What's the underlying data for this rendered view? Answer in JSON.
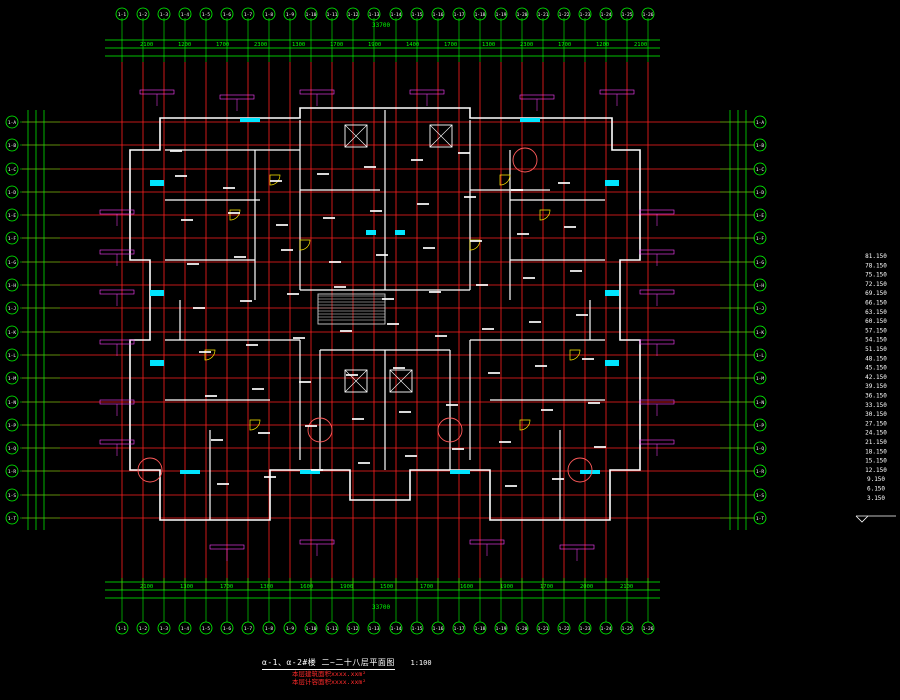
{
  "drawing": {
    "title": "α-1、α-2#楼 二~二十八层平面图",
    "scale": "1:100",
    "notes": [
      "本层建筑面积xxxx.xxm²",
      "本层计容面积xxxx.xxm²"
    ],
    "total_dimension_top": "33700",
    "total_dimension_bottom": "33700",
    "top_axis_labels": [
      "1-1",
      "1-2",
      "1-3",
      "1-4",
      "1-5",
      "1-6",
      "1-7",
      "1-8",
      "1-9",
      "1-10",
      "1-11",
      "1-12",
      "1-13",
      "1-14",
      "1-15",
      "1-16",
      "1-17",
      "1-18",
      "1-19",
      "1-20",
      "1-21",
      "1-22",
      "1-23",
      "1-24",
      "1-25",
      "1-26"
    ],
    "bottom_axis_labels": [
      "1-1",
      "1-2",
      "1-3",
      "1-4",
      "1-5",
      "1-6",
      "1-7",
      "1-8",
      "1-9",
      "1-10",
      "1-11",
      "1-12",
      "1-13",
      "1-14",
      "1-15",
      "1-16",
      "1-17",
      "1-18",
      "1-19",
      "1-20",
      "1-21",
      "1-22",
      "1-23",
      "1-24",
      "1-25",
      "1-26"
    ],
    "left_axis_labels": [
      "1-A",
      "1-B",
      "1-C",
      "1-D",
      "1-E",
      "1-F",
      "1-G",
      "1-H",
      "1-J",
      "1-K",
      "1-L",
      "1-M",
      "1-N",
      "1-P",
      "1-Q",
      "1-R",
      "1-S",
      "1-T"
    ],
    "right_axis_labels": [
      "1-A",
      "1-B",
      "1-C",
      "1-D",
      "1-E",
      "1-F",
      "1-G",
      "1-H",
      "1-J",
      "1-K",
      "1-L",
      "1-M",
      "1-N",
      "1-P",
      "1-Q",
      "1-R",
      "1-S",
      "1-T"
    ],
    "top_dimensions": [
      "2100",
      "1200",
      "1700",
      "2300",
      "1300",
      "1700",
      "1900",
      "1400",
      "1700",
      "1300",
      "2300",
      "1700",
      "1200",
      "2100"
    ],
    "bottom_dimensions": [
      "2100",
      "1300",
      "1700",
      "1300",
      "1600",
      "1900",
      "1500",
      "1700",
      "1600",
      "1900",
      "1700",
      "2000",
      "2100"
    ],
    "floor_elevations": [
      "81.150",
      "78.150",
      "75.150",
      "72.150",
      "69.150",
      "66.150",
      "63.150",
      "60.150",
      "57.150",
      "54.150",
      "51.150",
      "48.150",
      "45.150",
      "42.150",
      "39.150",
      "36.150",
      "33.150",
      "30.150",
      "27.150",
      "24.150",
      "21.150",
      "18.150",
      "15.150",
      "12.150",
      "9.150",
      "6.150",
      "3.150"
    ]
  }
}
